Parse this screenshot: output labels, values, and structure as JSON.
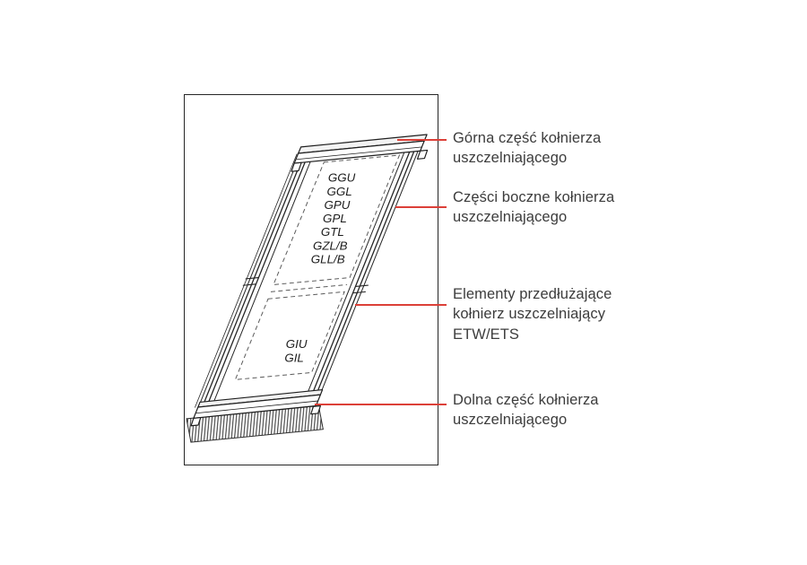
{
  "colors": {
    "accent": "#dc4038",
    "line": "#1f1f1f",
    "text": "#3c3c3c"
  },
  "diagram": {
    "labels": [
      {
        "id": "upper",
        "text": "Górna część kołnierza uszczelniającego"
      },
      {
        "id": "side",
        "text": "Części boczne kołnierza uszczelniającego"
      },
      {
        "id": "extension",
        "text": "Elementy przedłużające kołnierz uszczelniający ETW/ETS"
      },
      {
        "id": "lower",
        "text": "Dolna część kołnierza uszczelniającego"
      }
    ],
    "upper_codes": [
      "GGU",
      "GGL",
      "GPU",
      "GPL",
      "GTL",
      "GZL/B",
      "GLL/B"
    ],
    "lower_codes": [
      "GIU",
      "GIL"
    ]
  }
}
